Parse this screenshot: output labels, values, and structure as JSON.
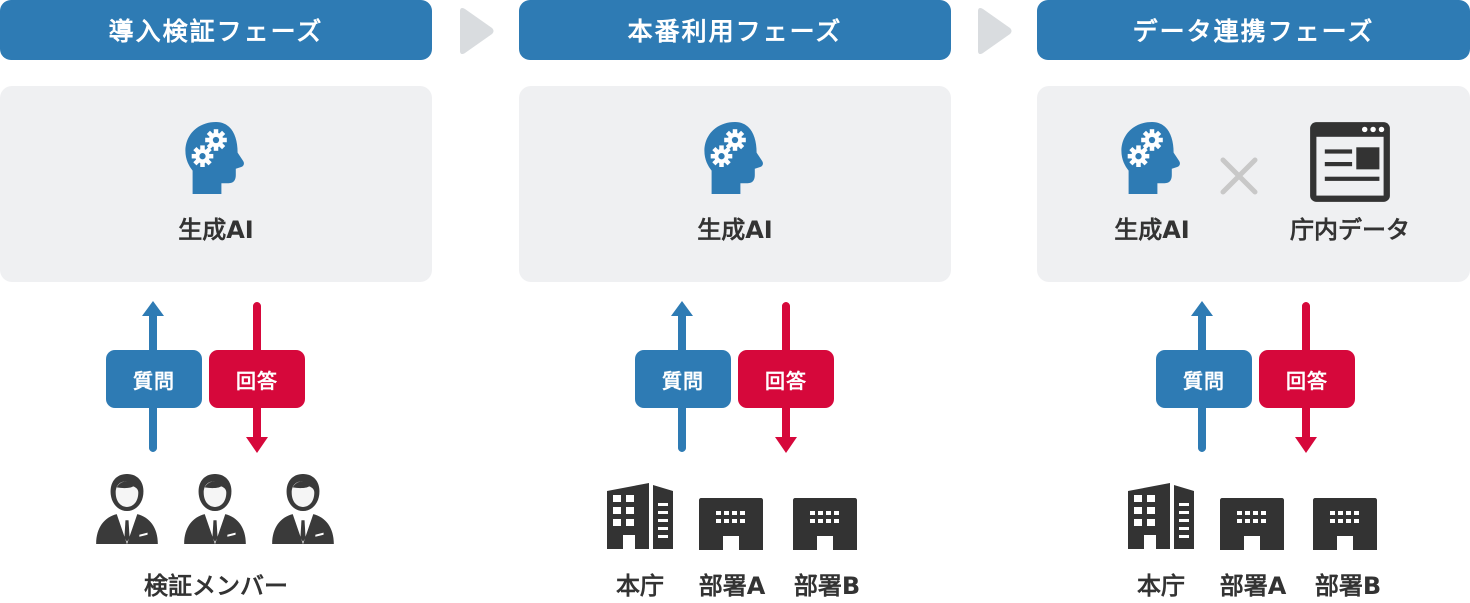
{
  "colors": {
    "header_blue": "#2E7BB4",
    "question_blue": "#2E7BB4",
    "answer_red": "#D6083B",
    "panel_gray": "#EFF0F2",
    "connector_gray": "#D9DCDF",
    "icon_dark": "#333333",
    "times_gray": "#C8C8C8"
  },
  "phases": [
    {
      "title": "導入検証フェーズ",
      "ai_box": {
        "items": [
          {
            "icon": "ai-head-gears-icon",
            "label": "生成AI"
          }
        ]
      },
      "question_label": "質問",
      "answer_label": "回答",
      "bottom": {
        "icon": "users-icon",
        "labels": [
          "検証メンバー"
        ]
      }
    },
    {
      "title": "本番利用フェーズ",
      "ai_box": {
        "items": [
          {
            "icon": "ai-head-gears-icon",
            "label": "生成AI"
          }
        ]
      },
      "question_label": "質問",
      "answer_label": "回答",
      "bottom": {
        "icon": "building-icons",
        "labels": [
          "本庁",
          "部署A",
          "部署B"
        ]
      }
    },
    {
      "title": "データ連携フェーズ",
      "ai_box": {
        "items": [
          {
            "icon": "ai-head-gears-icon",
            "label": "生成AI"
          },
          {
            "icon": "browser-window-icon",
            "label": "庁内データ"
          }
        ],
        "operator": "×"
      },
      "question_label": "質問",
      "answer_label": "回答",
      "bottom": {
        "icon": "building-icons",
        "labels": [
          "本庁",
          "部署A",
          "部署B"
        ]
      }
    }
  ]
}
